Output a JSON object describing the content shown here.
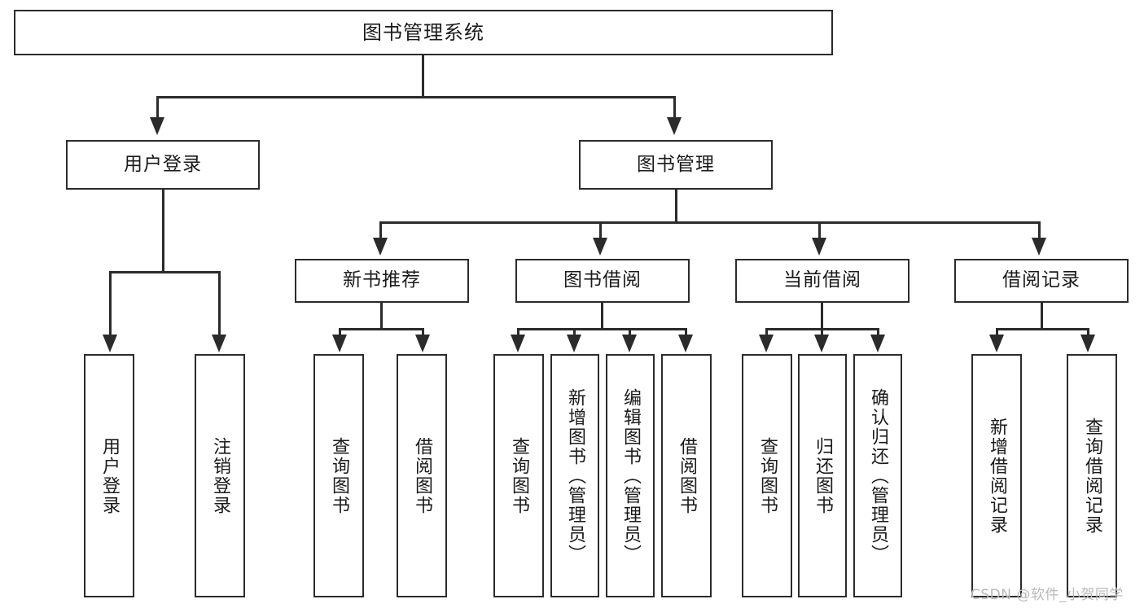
{
  "diagram": {
    "title": "图书管理系统",
    "type": "hierarchy-tree",
    "nodes": {
      "root": {
        "label": "图书管理系统"
      },
      "level1": [
        {
          "id": "user-login",
          "label": "用户登录"
        },
        {
          "id": "book-management",
          "label": "图书管理"
        }
      ],
      "level2": [
        {
          "id": "new-book-recommend",
          "label": "新书推荐"
        },
        {
          "id": "book-borrow",
          "label": "图书借阅"
        },
        {
          "id": "current-borrow",
          "label": "当前借阅"
        },
        {
          "id": "borrow-record",
          "label": "借阅记录"
        }
      ],
      "leaves": [
        {
          "id": "leaf-user-login",
          "label": "用户登录",
          "parent": "user-login"
        },
        {
          "id": "leaf-logout-login",
          "label": "注销登录",
          "parent": "user-login"
        },
        {
          "id": "leaf-query-book-1",
          "label": "查询图书",
          "parent": "new-book-recommend"
        },
        {
          "id": "leaf-borrow-book-1",
          "label": "借阅图书",
          "parent": "new-book-recommend"
        },
        {
          "id": "leaf-query-book-2",
          "label": "查询图书",
          "parent": "book-borrow"
        },
        {
          "id": "leaf-add-book",
          "label": "新增图书（管理员）",
          "parent": "book-borrow"
        },
        {
          "id": "leaf-edit-book",
          "label": "编辑图书（管理员）",
          "parent": "book-borrow"
        },
        {
          "id": "leaf-borrow-book-2",
          "label": "借阅图书",
          "parent": "book-borrow"
        },
        {
          "id": "leaf-query-book-3",
          "label": "查询图书",
          "parent": "current-borrow"
        },
        {
          "id": "leaf-return-book",
          "label": "归还图书",
          "parent": "current-borrow"
        },
        {
          "id": "leaf-confirm-return",
          "label": "确认归还（管理员）",
          "parent": "current-borrow"
        },
        {
          "id": "leaf-add-record",
          "label": "新增借阅记录",
          "parent": "borrow-record"
        },
        {
          "id": "leaf-query-record",
          "label": "查询借阅记录",
          "parent": "borrow-record"
        }
      ]
    },
    "colors": {
      "stroke": "#2b2b2b",
      "fill": "#ffffff",
      "text": "#1a1a1a",
      "watermark": "#b9b9b9"
    }
  },
  "watermark": {
    "text": "CSDN @软件_小贺同学"
  }
}
